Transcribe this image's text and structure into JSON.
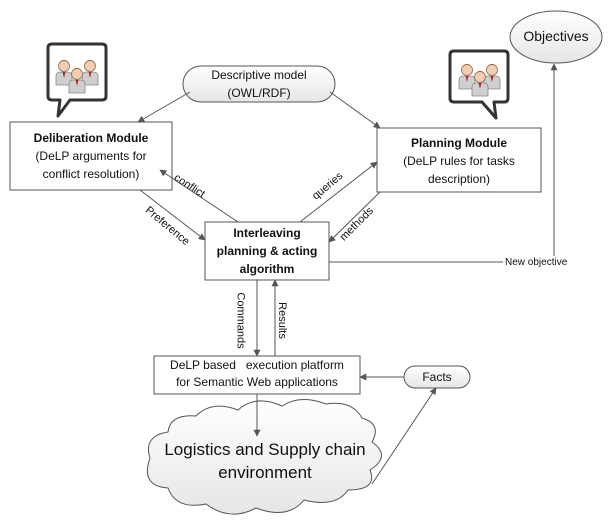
{
  "nodes": {
    "descriptive_model": {
      "line1": "Descriptive model",
      "line2": "(OWL/RDF)"
    },
    "deliberation": {
      "title": "Deliberation Module",
      "line1": "(DeLP arguments for",
      "line2": "conflict resolution)"
    },
    "planning": {
      "title": "Planning Module",
      "line1": "(DeLP rules for tasks",
      "line2": "description)"
    },
    "interleaving": {
      "line1": "Interleaving",
      "line2": "planning & acting",
      "line3": "algorithm"
    },
    "objectives": {
      "label": "Objectives"
    },
    "platform": {
      "line1": "DeLP based   execution platform",
      "line2": "for Semantic Web applications"
    },
    "facts": {
      "label": "Facts"
    },
    "environment": {
      "line1": "Logistics and Supply chain",
      "line2": "environment"
    }
  },
  "edge_labels": {
    "conflict": "conflict",
    "preference": "Preference",
    "queries": "queries",
    "methods": "methods",
    "new_objective": "New objective",
    "commands": "Commands",
    "results": "Results"
  },
  "icons": [
    "group-discussion-icon",
    "group-discussion-icon"
  ],
  "colors": {
    "stroke": "#555555",
    "box_fill": "#ffffff",
    "gradient_top": "#ffffff",
    "gradient_bottom": "#e6e6e6"
  }
}
